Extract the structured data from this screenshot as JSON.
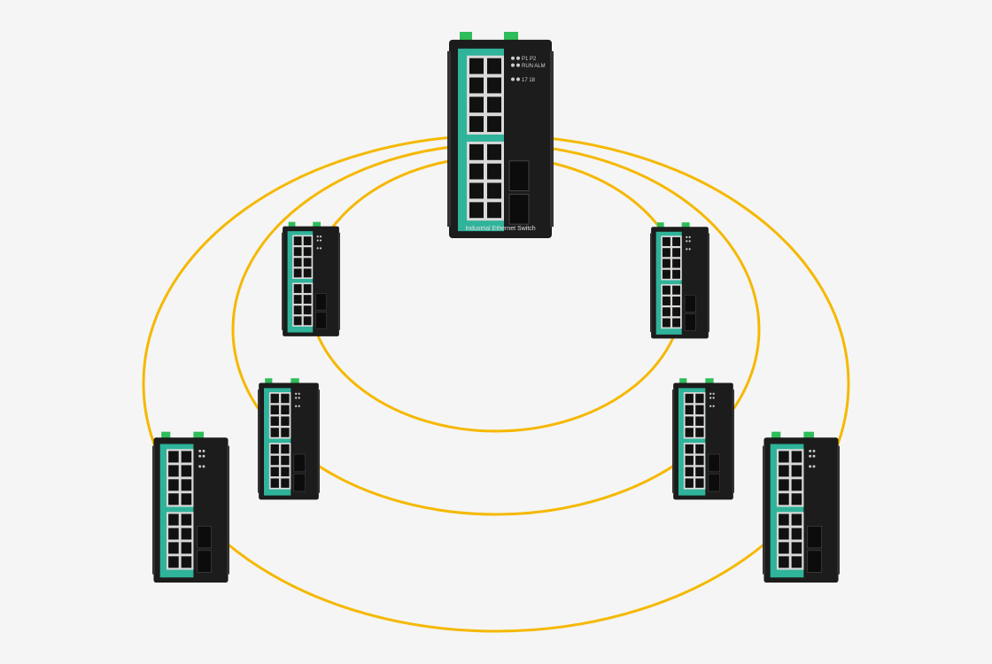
{
  "device": {
    "label": "Industrial Ethernet Switch",
    "led_power": "P1  P2",
    "led_status": "RUN ALM",
    "led_fiber": "17  18"
  },
  "colors": {
    "ring": "#f5b800",
    "panel": "#2fb39a",
    "body": "#1c1c1c",
    "terminal": "#2ebd5a",
    "background": "#f5f5f5"
  },
  "switches": [
    "top",
    "ring-mid-left",
    "ring-mid-right",
    "ring-lower-left",
    "ring-lower-right",
    "ring-bottom-left",
    "ring-bottom-right"
  ],
  "rings": [
    "inner",
    "middle",
    "outer"
  ]
}
